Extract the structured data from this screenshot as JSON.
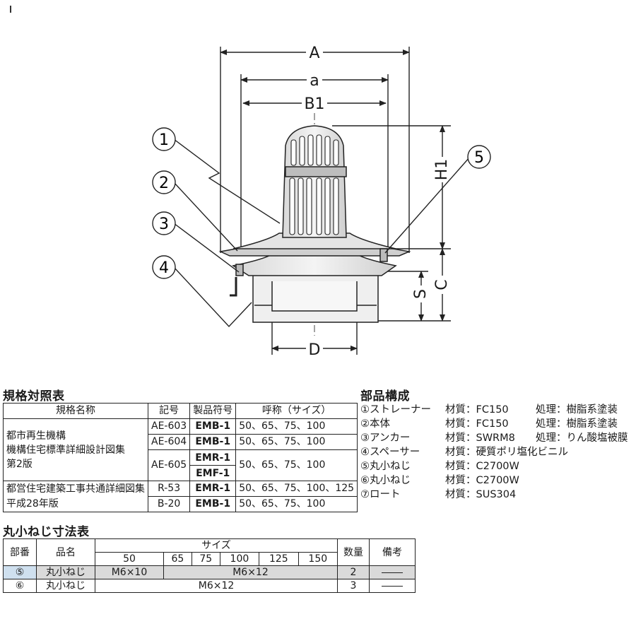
{
  "drawing": {
    "dim_labels": {
      "A": "A",
      "a": "a",
      "B1": "B1",
      "H1": "H1",
      "S": "S",
      "C": "C",
      "D": "D"
    },
    "callouts": [
      "1",
      "2",
      "3",
      "4",
      "5"
    ]
  },
  "standards": {
    "title": "規格対照表",
    "headers": [
      "規格名称",
      "記号",
      "製品符号",
      "呼称（サイズ）"
    ],
    "groups": [
      {
        "name_lines": [
          "都市再生機構",
          "機構住宅標準詳細設計図集",
          "第2版"
        ],
        "rows": [
          {
            "symbol": "AE-603",
            "codes": [
              "EMB-1"
            ],
            "sizes": "50、65、75、100"
          },
          {
            "symbol": "AE-604",
            "codes": [
              "EMB-1"
            ],
            "sizes": "50、65、75、100"
          },
          {
            "symbol": "AE-605",
            "codes": [
              "EMR-1",
              "EMF-1"
            ],
            "sizes": "50、65、75、100"
          }
        ]
      },
      {
        "name_lines": [
          "都営住宅建築工事共通詳細図集",
          "平成28年版"
        ],
        "rows": [
          {
            "symbol": "R-53",
            "codes": [
              "EMR-1"
            ],
            "sizes": "50、65、75、100、125"
          },
          {
            "symbol": "B-20",
            "codes": [
              "EMB-1"
            ],
            "sizes": "50、65、75、100"
          }
        ]
      }
    ]
  },
  "parts": {
    "title": "部品構成",
    "items": [
      {
        "name": "①ストレーナー",
        "material": "材質：FC150",
        "treatment": "処理：樹脂系塗装"
      },
      {
        "name": "②本体",
        "material": "材質：FC150",
        "treatment": "処理：樹脂系塗装"
      },
      {
        "name": "③アンカー",
        "material": "材質：SWRM8",
        "treatment": "処理：りん酸塩被膜"
      },
      {
        "name": "④スペーサー",
        "material": "材質：硬質ポリ塩化ビニル",
        "treatment": ""
      },
      {
        "name": "⑤丸小ねじ",
        "material": "材質：C2700W",
        "treatment": ""
      },
      {
        "name": "⑥丸小ねじ",
        "material": "材質：C2700W",
        "treatment": ""
      },
      {
        "name": "⑦ロート",
        "material": "材質：SUS304",
        "treatment": ""
      }
    ]
  },
  "screws": {
    "title": "丸小ねじ寸法表",
    "headers": {
      "part_no": "部番",
      "name": "品名",
      "size": "サイズ",
      "qty": "数量",
      "note": "備考"
    },
    "sizes": [
      "50",
      "65",
      "75",
      "100",
      "125",
      "150"
    ],
    "rows": [
      {
        "part_no": "⑤",
        "name": "丸小ねじ",
        "first": "M6×10",
        "rest": "M6×12",
        "qty": "2"
      },
      {
        "part_no": "⑥",
        "name": "丸小ねじ",
        "all": "M6×12",
        "qty": "3"
      }
    ]
  }
}
